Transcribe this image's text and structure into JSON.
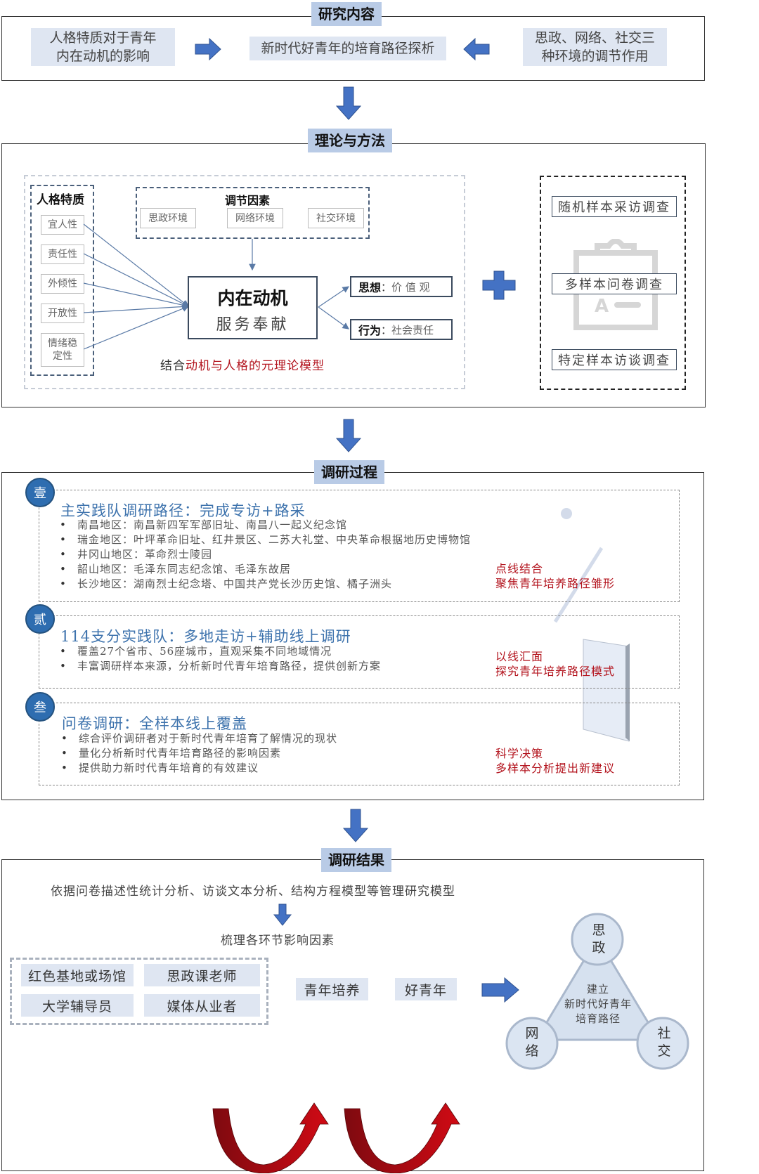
{
  "sections": {
    "content": {
      "label": "研究内容",
      "left_box": [
        "人格特质对于青年",
        "内在动机的影响"
      ],
      "center_box": "新时代好青年的培育路径探析",
      "right_box": [
        "思政、网络、社交三",
        "种环境的调节作用"
      ]
    },
    "theory": {
      "label": "理论与方法",
      "personality": {
        "title": "人格特质",
        "traits": [
          "宜人性",
          "责任性",
          "外倾性",
          "开放性",
          "情绪稳定性"
        ]
      },
      "moderators": {
        "title": "调节因素",
        "items": [
          "思政环境",
          "网络环境",
          "社交环境"
        ]
      },
      "core": {
        "title": "内在动机",
        "subtitle": "服务奉献"
      },
      "outcomes": [
        {
          "label": "思想",
          "sep": "：",
          "value": "价 值 观"
        },
        {
          "label": "行为",
          "sep": "：",
          "value": "社会责任"
        }
      ],
      "model_caption": {
        "prefix": "结合",
        "highlight": "动机与人格的元理论模型"
      },
      "methods": [
        "随机样本采访调查",
        "多样本问卷调查",
        "特定样本访谈调查"
      ],
      "icons": {
        "plus": "plus-icon",
        "clipboard": "clipboard-qa-icon"
      }
    },
    "process": {
      "label": "调研过程",
      "steps": [
        {
          "num": "壹",
          "title": "主实践队调研路径：完成专访+路采",
          "bullets": [
            "南昌地区：南昌新四军军部旧址、南昌八一起义纪念馆",
            "瑞金地区：叶坪革命旧址、红井景区、二苏大礼堂、中央革命根据地历史博物馆",
            "井冈山地区：革命烈士陵园",
            "韶山地区：毛泽东同志纪念馆、毛泽东故居",
            "长沙地区：湖南烈士纪念塔、中国共产党长沙历史馆、橘子洲头"
          ],
          "note": [
            "点线结合",
            "聚焦青年培养路径雏形"
          ]
        },
        {
          "num": "贰",
          "title": "114支分实践队：多地走访+辅助线上调研",
          "bullets": [
            "覆盖27个省市、56座城市，直观采集不同地域情况",
            "丰富调研样本来源，分析新时代青年培育路径，提供创新方案"
          ],
          "note": [
            "以线汇面",
            "探究青年培养路径模式"
          ]
        },
        {
          "num": "叁",
          "title": "问卷调研：全样本线上覆盖",
          "bullets": [
            "综合评价调研者对于新时代青年培育了解情况的现状",
            "量化分析新时代青年培育路径的影响因素",
            "提供助力新时代青年培育的有效建议"
          ],
          "note": [
            "科学决策",
            "多样本分析提出新建议"
          ]
        }
      ]
    },
    "results": {
      "label": "调研结果",
      "basis": "依据问卷描述性统计分析、访谈文本分析、结构方程模型等管理研究模型",
      "sort_factors": "梳理各环节影响因素",
      "factors": [
        "红色基地或场馆",
        "思政课老师",
        "大学辅导员",
        "媒体从业者"
      ],
      "stage1": "青年培养",
      "stage2": "好青年",
      "triangle": {
        "center": [
          "建立",
          "新时代好青年",
          "培育路径"
        ],
        "top": [
          "思",
          "政"
        ],
        "left": [
          "网",
          "络"
        ],
        "right": [
          "社",
          "交"
        ]
      }
    }
  },
  "colors": {
    "label_bg": "#b9cbe6",
    "arrow_blue": "#4472c4",
    "accent_red": "#b3141e",
    "light_box": "#dfe6f2",
    "step_blue": "#2e6db0"
  }
}
